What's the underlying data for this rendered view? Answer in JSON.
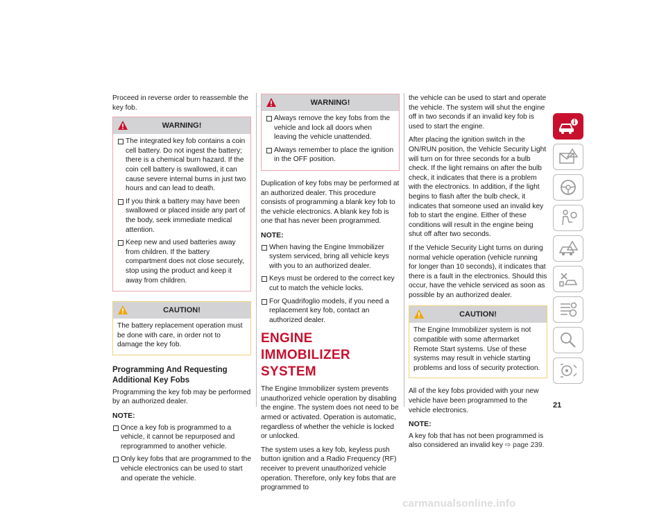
{
  "col1": {
    "intro": "Proceed in reverse order to reassemble the key fob.",
    "warning": {
      "title": "WARNING!",
      "items": [
        "The integrated key fob contains a coin cell battery. Do not ingest the battery; there is a chemical burn hazard. If the coin cell battery is swallowed, it can cause severe internal burns in just two hours and can lead to death.",
        "If you think a battery may have been swallowed or placed inside any part of the body, seek immediate medical attention.",
        "Keep new and used batteries away from children. If the battery compartment does not close securely, stop using the product and keep it away from children."
      ]
    },
    "caution": {
      "title": "CAUTION!",
      "text": "The battery replacement operation must be done with care, in order not to damage the key fob."
    },
    "heading": "Programming And Requesting Additional Key Fobs",
    "para": "Programming the key fob may be performed by an authorized dealer.",
    "note_label": "NOTE:",
    "note_items": [
      "Once a key fob is programmed to a vehicle, it cannot be repurposed and reprogrammed to another vehicle.",
      "Only key fobs that are programmed to the vehicle electronics can be used to start and operate the vehicle."
    ]
  },
  "col2": {
    "warning": {
      "title": "WARNING!",
      "items": [
        "Always remove the key fobs from the vehicle and lock all doors when leaving the vehicle unattended.",
        "Always remember to place the ignition in the OFF position."
      ]
    },
    "para": "Duplication of key fobs may be performed at an authorized dealer. This procedure consists of programming a blank key fob to the vehicle electronics. A blank key fob is one that has never been programmed.",
    "note_label": "NOTE:",
    "note_items": [
      "When having the Engine Immobilizer system serviced, bring all vehicle keys with you to an authorized dealer.",
      "Keys must be ordered to the correct key cut to match the vehicle locks.",
      "For Quadrifoglio models, if you need a replacement key fob, contact an authorized dealer."
    ],
    "chapter": "ENGINE IMMOBILIZER SYSTEM",
    "para2": "The Engine Immobilizer system prevents unauthorized vehicle operation by disabling the engine. The system does not need to be armed or activated. Operation is automatic, regardless of whether the vehicle is locked or unlocked.",
    "para3": "The system uses a key fob, keyless push button ignition and a Radio Frequency (RF) receiver to prevent unauthorized vehicle operation. Therefore, only key fobs that are programmed to"
  },
  "col3": {
    "para1": "the vehicle can be used to start and operate the vehicle. The system will shut the engine off in two seconds if an invalid key fob is used to start the engine.",
    "para2": "After placing the ignition switch in the ON/RUN position, the Vehicle Security Light will turn on for three seconds for a bulb check. If the light remains on after the bulb check, it indicates that there is a problem with the electronics. In addition, if the light begins to flash after the bulb check, it indicates that someone used an invalid key fob to start the engine. Either of these conditions will result in the engine being shut off after two seconds.",
    "para3": "If the Vehicle Security Light turns on during normal vehicle operation (vehicle running for longer than 10 seconds), it indicates that there is a fault in the electronics. Should this occur, have the vehicle serviced as soon as possible by an authorized dealer.",
    "caution": {
      "title": "CAUTION!",
      "text": "The Engine Immobilizer system is not compatible with some aftermarket Remote Start systems. Use of these systems may result in vehicle starting problems and loss of security protection."
    },
    "para4": "All of the key fobs provided with your new vehicle have been programmed to the vehicle electronics.",
    "note_label": "NOTE:",
    "note_text": "A key fob that has not been programmed is also considered an invalid key",
    "xref_arrow": "⇨",
    "xref_page": "page 239."
  },
  "page_number": "21",
  "watermark": "carmanualsonline.info",
  "colors": {
    "accent": "#c8102e",
    "warning_border": "#e6a8ae",
    "caution_border": "#f0d07a",
    "header_grey": "#d3d3d5"
  },
  "sidebar_tabs": [
    {
      "icon": "car-info-icon",
      "active": true
    },
    {
      "icon": "envelope-warning-icon",
      "active": false
    },
    {
      "icon": "steering-wheel-icon",
      "active": false
    },
    {
      "icon": "seatbelt-airbag-icon",
      "active": false
    },
    {
      "icon": "car-breakdown-icon",
      "active": false
    },
    {
      "icon": "tools-car-icon",
      "active": false
    },
    {
      "icon": "specs-list-icon",
      "active": false
    },
    {
      "icon": "magnifier-index-icon",
      "active": false
    },
    {
      "icon": "multimedia-icon",
      "active": false
    }
  ]
}
